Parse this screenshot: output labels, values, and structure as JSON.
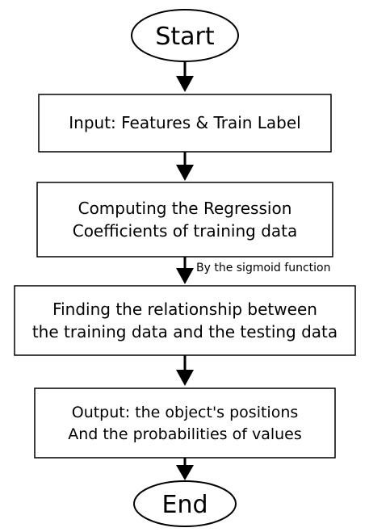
{
  "flowchart": {
    "start": {
      "label": "Start"
    },
    "steps": [
      {
        "lines": [
          "Input: Features & Train Label"
        ]
      },
      {
        "lines": [
          "Computing the Regression",
          "Coefficients of training data"
        ]
      },
      {
        "lines": [
          "Finding the relationship between",
          "the training data and the testing data"
        ]
      },
      {
        "lines": [
          "Output: the  object's positions",
          "And the probabilities of values"
        ]
      }
    ],
    "edge_note": "By the sigmoid function",
    "end": {
      "label": "End"
    }
  },
  "colors": {
    "stroke": "#000000",
    "fill": "#ffffff",
    "text": "#000000"
  }
}
